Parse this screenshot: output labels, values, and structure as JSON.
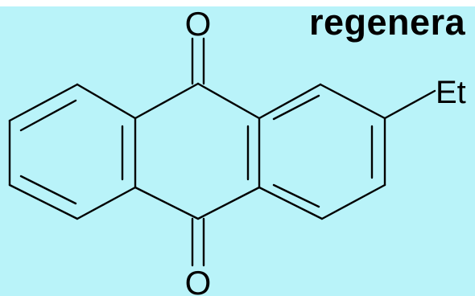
{
  "slide": {
    "heading": "regenera",
    "background": "#b9f3f9"
  },
  "molecule": {
    "atoms": {
      "top_oxygen": "O",
      "bottom_oxygen": "O",
      "substituent": "Et"
    }
  }
}
